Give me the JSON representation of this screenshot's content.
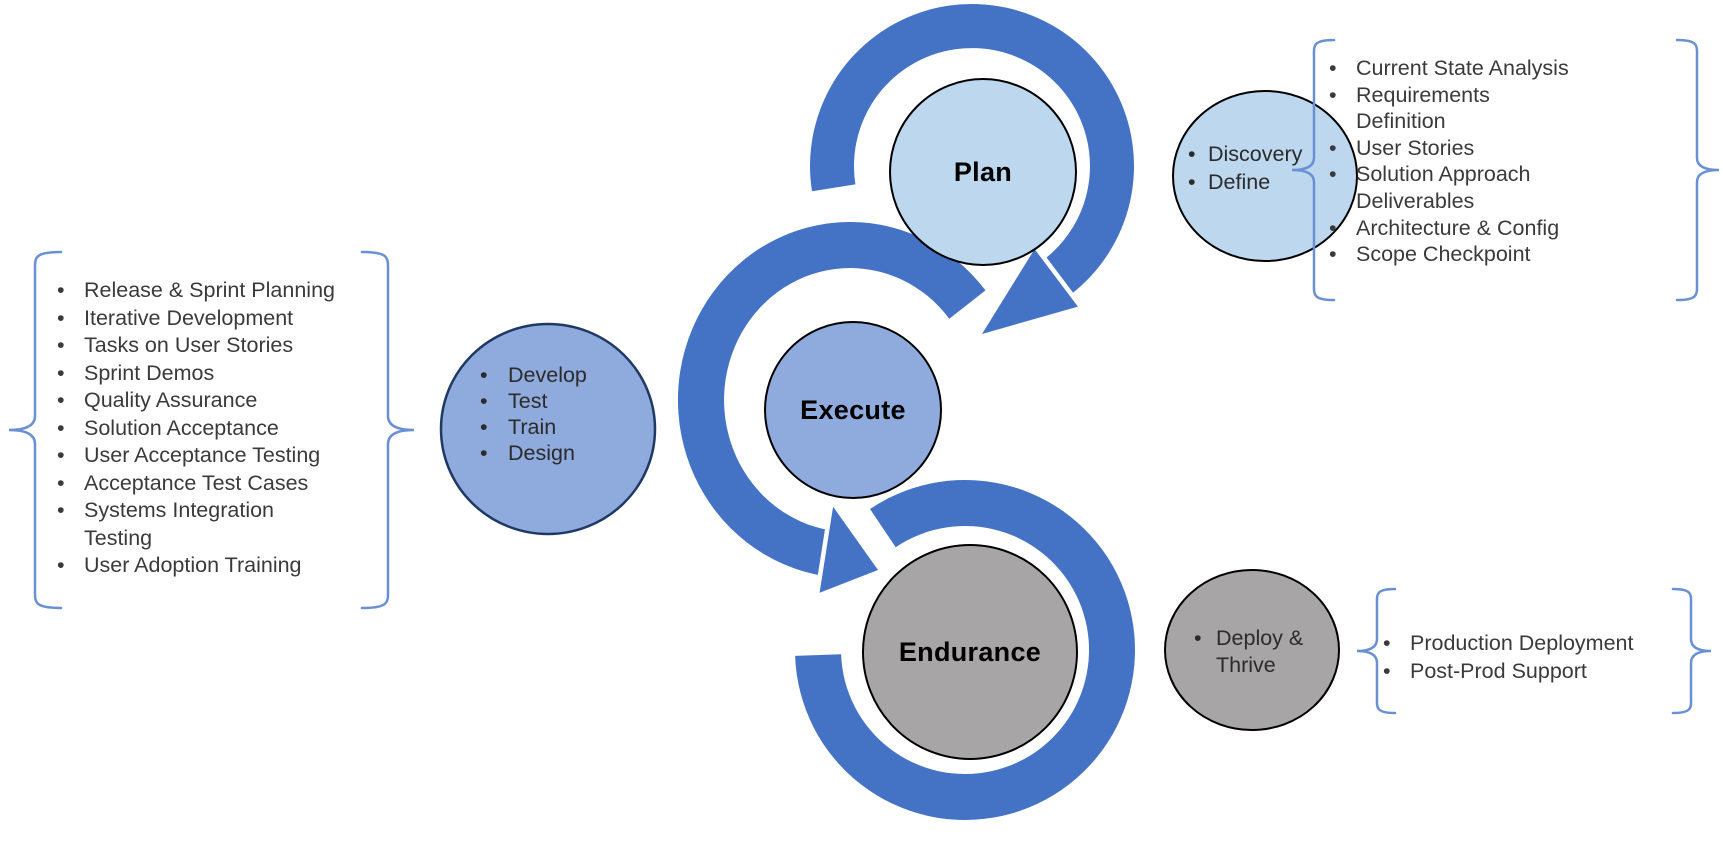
{
  "colors": {
    "ring_blue": "#4472C4",
    "light_blue_fill": "#BDD7EE",
    "medium_blue_fill": "#8FAADC",
    "gray_fill": "#A7A5A5",
    "circle_outline": "#000000",
    "develop_outline": "#1F3864",
    "brace_blue": "#6A90D4",
    "text_dark": "#3A3A3A"
  },
  "cycle": {
    "phases": [
      {
        "label": "Plan"
      },
      {
        "label": "Execute"
      },
      {
        "label": "Endurance"
      }
    ]
  },
  "satellite_circles": {
    "plan_side": {
      "items": [
        "Discovery",
        "Define"
      ]
    },
    "execute_side": {
      "items": [
        "Develop",
        "Test",
        "Train",
        "Design"
      ]
    },
    "endurance_side": {
      "items": [
        "Deploy &\nThrive"
      ]
    }
  },
  "detail_lists": {
    "plan": {
      "items": [
        "Current State Analysis",
        "Requirements\nDefinition",
        "User Stories",
        "Solution Approach\nDeliverables",
        "Architecture & Config",
        "Scope Checkpoint"
      ]
    },
    "execute": {
      "items": [
        "Release & Sprint Planning",
        "Iterative Development",
        "Tasks on User Stories",
        "Sprint Demos",
        "Quality Assurance",
        "Solution Acceptance",
        "User Acceptance Testing",
        "Acceptance Test Cases",
        "Systems Integration\nTesting",
        "User Adoption Training"
      ]
    },
    "endurance": {
      "items": [
        "Production Deployment",
        "Post-Prod Support"
      ]
    }
  }
}
